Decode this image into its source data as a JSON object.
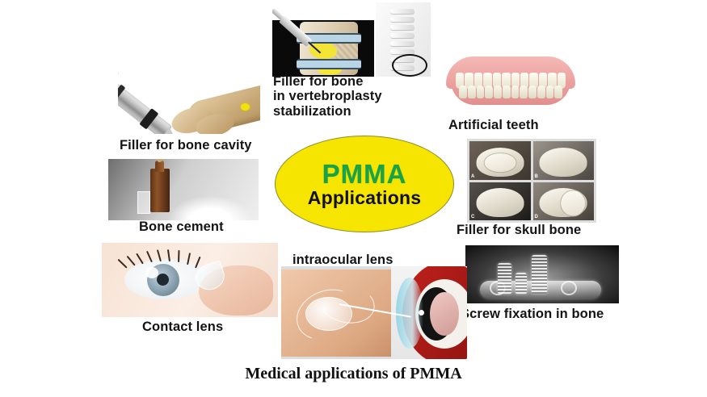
{
  "figure": {
    "caption": "Medical applications of PMMA",
    "hub": {
      "title": "PMMA",
      "subtitle": "Applications",
      "fill_color": "#f6e500",
      "title_color": "#16a34a",
      "subtitle_color": "#111111"
    },
    "background_color": "#ffffff",
    "applications": [
      {
        "id": "filler-for-bone-cavity",
        "label": "Filler for bone cavity",
        "image": "syringe-injecting-bone-photo"
      },
      {
        "id": "filler-for-bone-vertebroplasty",
        "label": "Filler for bone\nin  vertebroplasty\n stabilization",
        "image": "vertebroplasty-injection-diagram"
      },
      {
        "id": "artificial-teeth",
        "label": "Artificial teeth",
        "image": "denture-photo"
      },
      {
        "id": "filler-for-skull-bone",
        "label": "Filler for skull bone",
        "image": "skull-implant-quad-photo",
        "panel_tags": [
          "A",
          "B",
          "C",
          "D"
        ]
      },
      {
        "id": "screw-fixation-in-bone",
        "label": "Screw fixation in bone",
        "image": "transparent-bone-screws-photo"
      },
      {
        "id": "bone-cement",
        "label": "Bone cement",
        "image": "cement-ampoule-and-powder-photo"
      },
      {
        "id": "contact-lens",
        "label": "Contact lens",
        "image": "eye-with-contact-lens-photo"
      },
      {
        "id": "intraocular-lens",
        "label": "intraocular lens",
        "image": "iol-on-fingertip-and-eye-cross-section"
      }
    ]
  }
}
